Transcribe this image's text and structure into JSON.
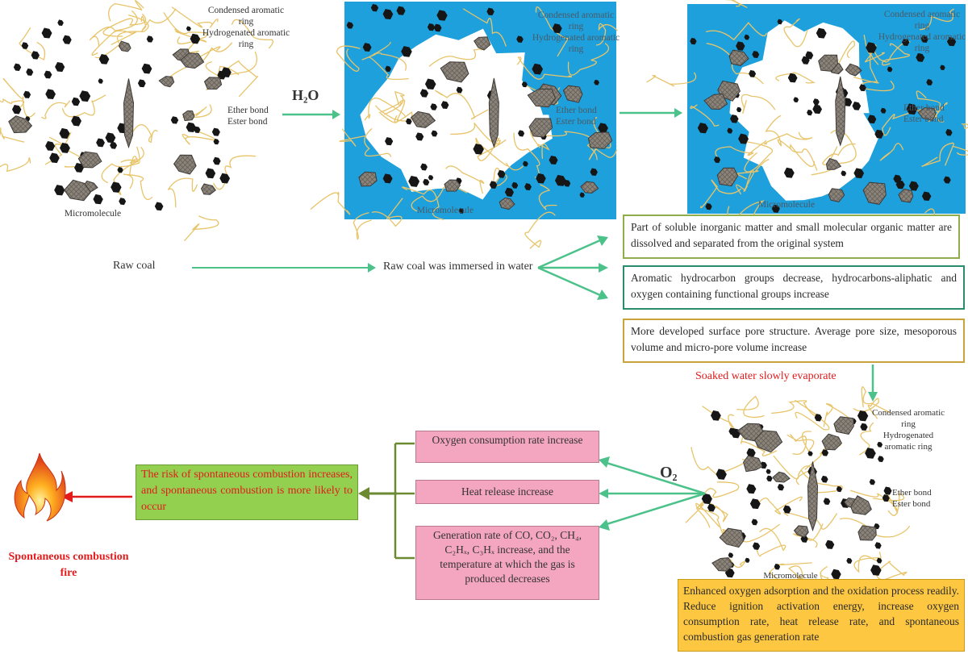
{
  "labels": {
    "condensed": "Condensed aromatic ring",
    "hydrogenated": "Hydrogenated aromatic ring",
    "ether": "Ether bond",
    "ester": "Ester bond",
    "micromolecule": "Micromolecule"
  },
  "arrows": {
    "h2o": "H₂O",
    "o2": "O₂"
  },
  "flow": {
    "raw_coal": "Raw coal",
    "immersed": "Raw coal was immersed in water",
    "evaporate": "Soaked water slowly evaporate"
  },
  "effects": [
    "Part of soluble inorganic matter and small molecular organic matter are dissolved and separated from the original system",
    "Aromatic hydrocarbon groups decrease, hydrocarbons-aliphatic and oxygen containing functional groups increase",
    "More developed surface pore structure. Average pore size, mesoporous volume and micro-pore volume increase"
  ],
  "oxidation_summary": "Enhanced oxygen adsorption and the oxidation process readily. Reduce ignition activation energy, increase oxygen consumption rate, heat release rate, and spontaneous combustion gas generation rate",
  "results": {
    "oxygen": "Oxygen consumption rate increase",
    "heat": "Heat release increase",
    "gas": "Generation rate of CO, CO₂, CH₄, C₂Hₓ, C₃Hₓ increase, and the temperature at which the gas is produced decreases"
  },
  "risk": "The risk of spontaneous combustion increases, and spontaneous combustion is more likely to occur",
  "fire": "Spontaneous combustion fire",
  "colors": {
    "water": "#1ea0dc",
    "arrow_green": "#4cc28a",
    "arrow_olive": "#6b8a32",
    "arrow_red": "#e21b1b",
    "pink": "#f4a5c0",
    "lime": "#93d050",
    "yellow": "#fdc742"
  },
  "icons": [
    "flame-icon",
    "aromatic-ring-icon",
    "molecule-dot-icon"
  ]
}
